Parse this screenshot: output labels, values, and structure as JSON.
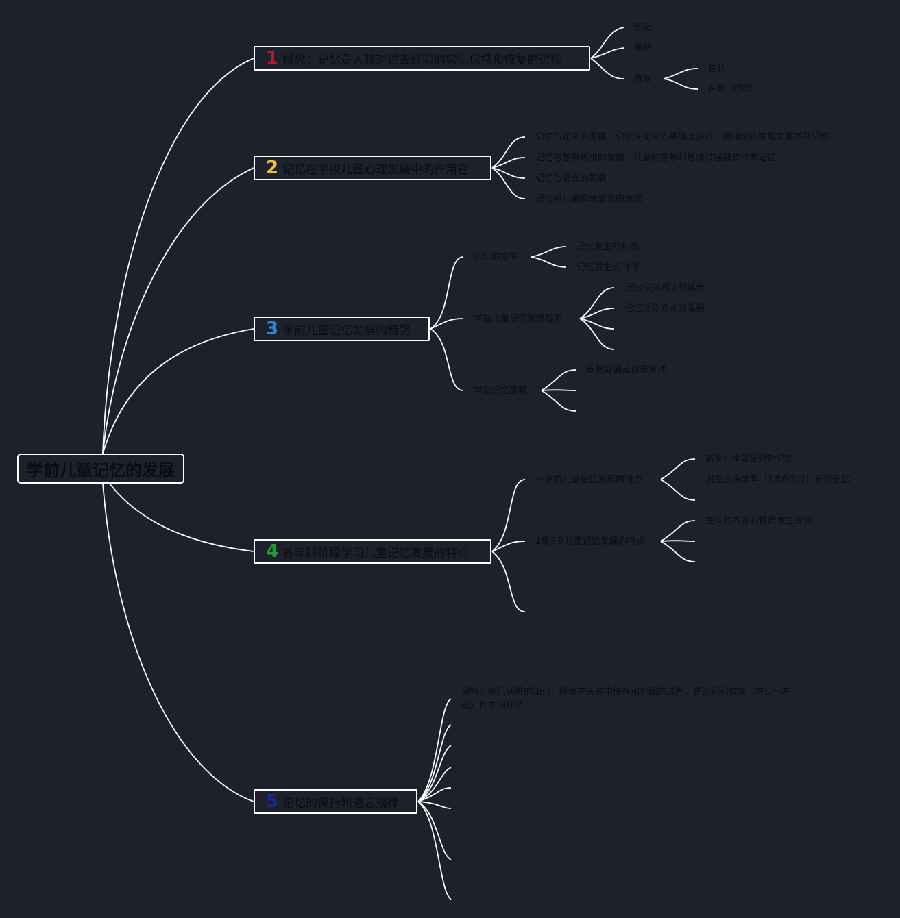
{
  "colors": {
    "background": "#1c212b",
    "lines": "#ffffff",
    "num1": "#c8102e",
    "num2": "#f2c230",
    "num3": "#1e88e5",
    "num4": "#1f9d2f",
    "num5": "#1a2a8a"
  },
  "root": {
    "label": "学前儿童记忆的发展"
  },
  "branches": [
    {
      "num": "1",
      "label": "概念：记忆是人脑对过去经验的实际保持和恢复的过程",
      "children": [
        {
          "label": "识记"
        },
        {
          "label": "保持"
        },
        {
          "label": "恢复",
          "children": [
            {
              "label": "在认"
            },
            {
              "label": "在现（回忆）"
            }
          ]
        }
      ]
    },
    {
      "num": "2",
      "label": "记忆在学校儿童心理发展中的作用在",
      "children": [
        {
          "label": "记忆与知觉的发展：记忆在知觉的基础上进行，而知觉的发展又离不开记忆"
        },
        {
          "label": "记忆与想象思维的发展：儿童的想象和思维过程都要依靠记忆"
        },
        {
          "label": "记忆与语言的发展"
        },
        {
          "label": "记忆与儿童情感意志的发展"
        }
      ]
    },
    {
      "num": "3",
      "label": "学前儿童记忆发展的趋势",
      "children": [
        {
          "label": "记忆的发生",
          "children": [
            {
              "label": "记忆发生的标志"
            },
            {
              "label": "记忆发生的时间"
            }
          ]
        },
        {
          "label": "学前儿童记忆发展趋势",
          "children": [
            {
              "label": "记忆保持时间的延长"
            },
            {
              "label": "记忆提取方式的发展"
            }
          ]
        },
        {
          "label": "常见记忆策略",
          "children": [
            {
              "label": "反复背诵或自我复述"
            }
          ]
        }
      ]
    },
    {
      "num": "4",
      "label": "各年龄阶段学习儿童记忆发展的特点",
      "children": [
        {
          "label": "一岁前儿童记忆发展的特点",
          "children": [
            {
              "label": "新生儿主要是短时记忆"
            },
            {
              "label": "出生后头半年（1至6个月）长时记忆"
            }
          ]
        },
        {
          "label": "1至3岁儿童记忆发展的特点",
          "children": [
            {
              "label": "在认的内容和性质发生变化"
            }
          ]
        }
      ]
    },
    {
      "num": "5",
      "label": "记忆的保持和遗忘规律",
      "children": [
        {
          "label": "保持：使已获得的知识，经验在头脑中储存和巩固的过程，是识记和恢复（在认何在现）的中间环节"
        }
      ]
    }
  ]
}
